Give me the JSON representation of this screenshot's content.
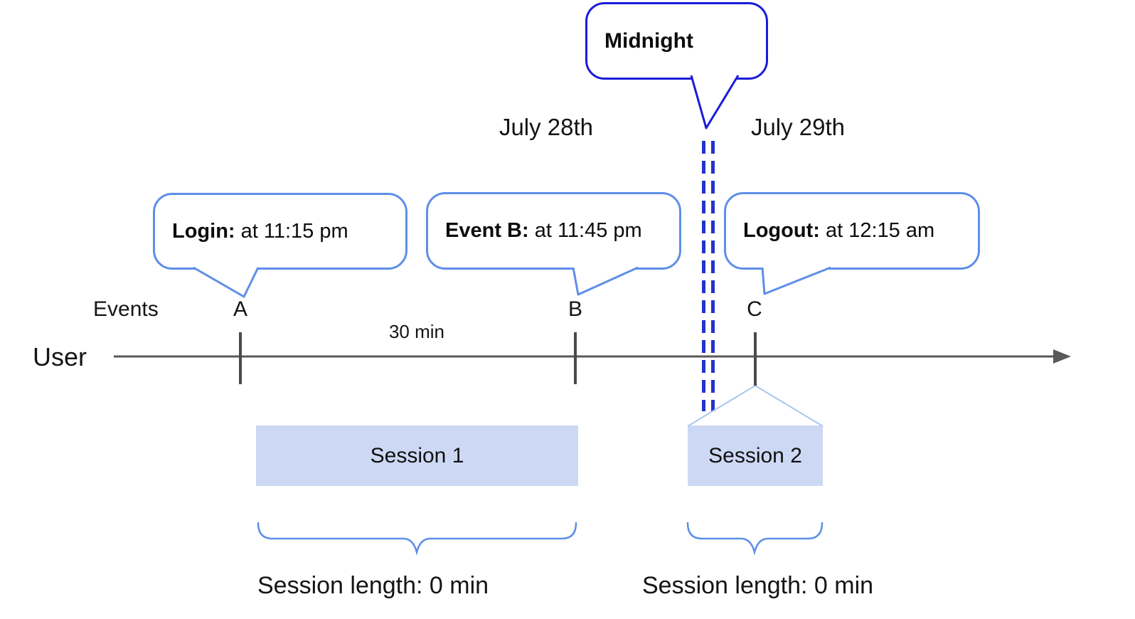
{
  "midnight": {
    "label": "Midnight"
  },
  "dates": {
    "left": "July 28th",
    "right": "July 29th"
  },
  "bubbles": [
    {
      "bold": "Login:",
      "rest": " at 11:15 pm"
    },
    {
      "bold": "Event B:",
      "rest": " at 11:45 pm"
    },
    {
      "bold": "Logout:",
      "rest": " at 12:15 am"
    }
  ],
  "timeline": {
    "row_label": "Events",
    "axis_label": "User",
    "markers": [
      "A",
      "B",
      "C"
    ],
    "interval_label": "30 min"
  },
  "sessions": [
    {
      "label": "Session 1",
      "length_label": "Session length: 0 min"
    },
    {
      "label": "Session 2",
      "length_label": "Session length: 0 min"
    }
  ],
  "colors": {
    "midnight_border": "#1b1bd9",
    "bubble_border": "#5e8fe8",
    "dashed_line": "#2433cc",
    "projection_line": "#abc6f1",
    "session_fill": "#cdd9f4",
    "axis_gray": "#595959",
    "tick_gray": "#4a4a4a"
  }
}
